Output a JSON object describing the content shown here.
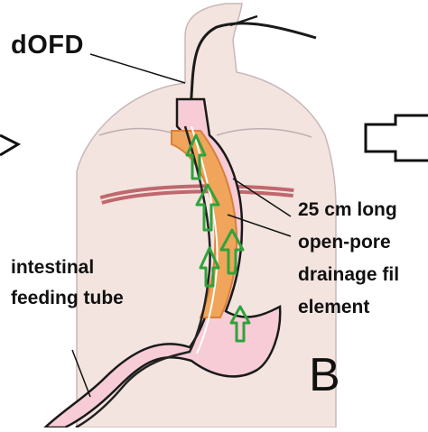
{
  "figure": {
    "panel_letter": "B",
    "labels": {
      "dofd": "dOFD",
      "filter_element": [
        "25 cm long",
        "open-pore",
        "drainage fil",
        "element"
      ],
      "feeding_tube": [
        "intestinal",
        "feeding tube"
      ]
    },
    "colors": {
      "skin": "#f3e4df",
      "skin_outline": "#bfaeb0",
      "esophagus_fill": "#f7ccd6",
      "esophagus_outline": "#1a1a1a",
      "diaphragm": "#b5525a",
      "sponge": "#f0a55a",
      "flow_arrows": "#2fa33c",
      "feeding_tube": "#222222"
    },
    "icons": [
      "flow-arrow-icon",
      "hollow-arrow-icon",
      "arrowhead-icon"
    ]
  }
}
